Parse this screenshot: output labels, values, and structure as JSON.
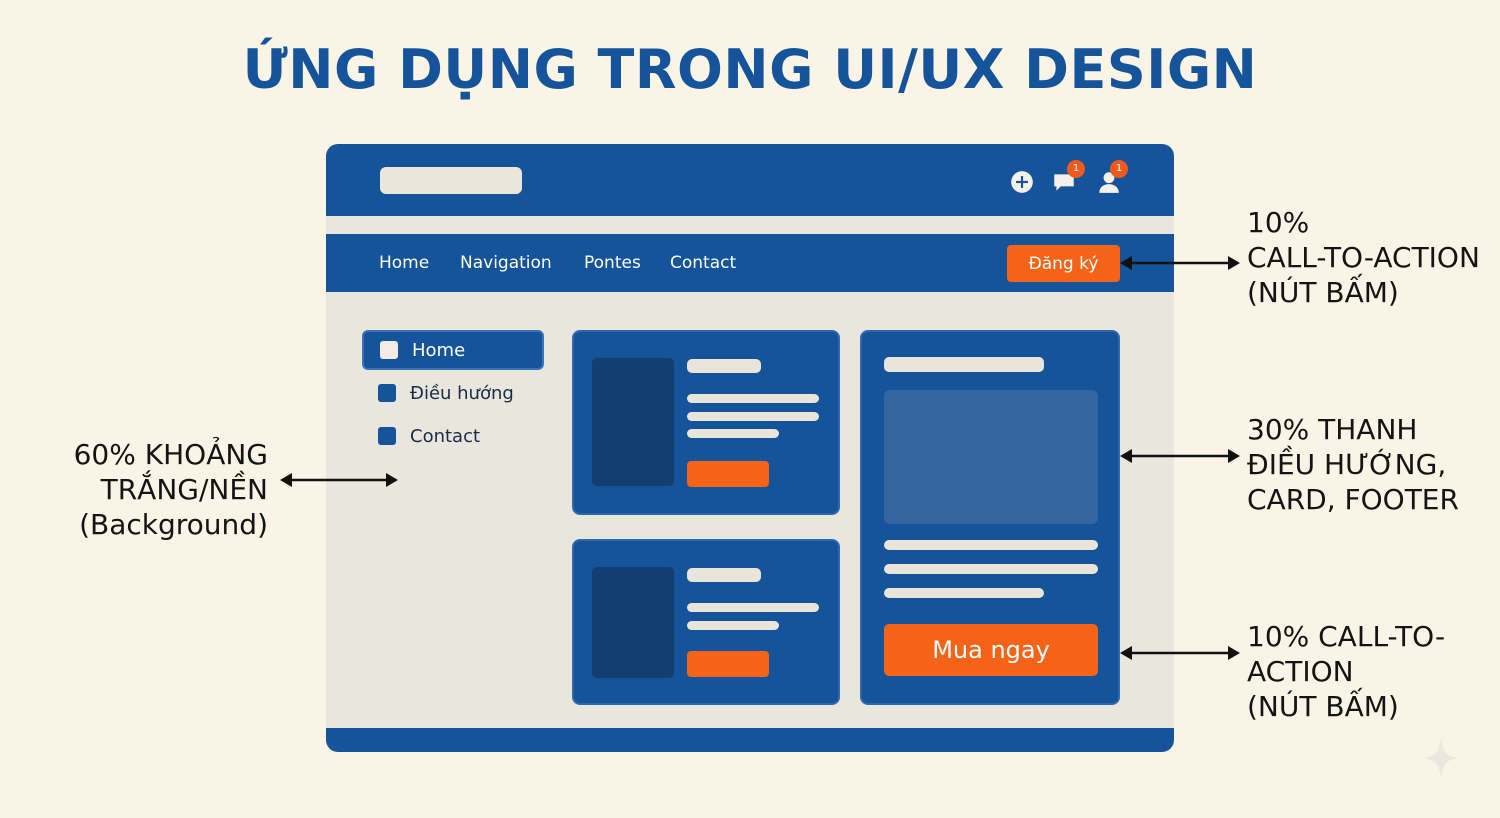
{
  "title": "ỨNG DỤNG TRONG UI/UX DESIGN",
  "mockup": {
    "header": {
      "icons": [
        "plus-circle-icon",
        "chat-icon",
        "user-icon"
      ],
      "badges": [
        "1",
        "1"
      ]
    },
    "nav": {
      "links": [
        "Home",
        "Navigation",
        "Pontes",
        "Contact"
      ],
      "cta_label": "Đăng ký"
    },
    "sidebar": {
      "items": [
        {
          "label": "Home",
          "active": true
        },
        {
          "label": "Điều hướng",
          "active": false
        },
        {
          "label": "Contact",
          "active": false
        }
      ]
    },
    "product_card": {
      "cta_label": "Mua ngay"
    }
  },
  "annotations": {
    "left": [
      "60% KHOẢNG",
      "TRẮNG/NỀN",
      "(Background)"
    ],
    "right_top": [
      "10%",
      "CALL-TO-ACTION",
      "(NÚT BẤM)"
    ],
    "right_middle": [
      "30% THANH",
      "ĐIỀU HƯỚNG,",
      "CARD, FOOTER"
    ],
    "right_bottom": [
      "10% CALL-TO-",
      "ACTION",
      "(NÚT BẤM)"
    ]
  },
  "colors": {
    "background": "#f9f4e6",
    "primary": "#15539a",
    "accent": "#f46318",
    "neutral": "#e9e6dd"
  }
}
